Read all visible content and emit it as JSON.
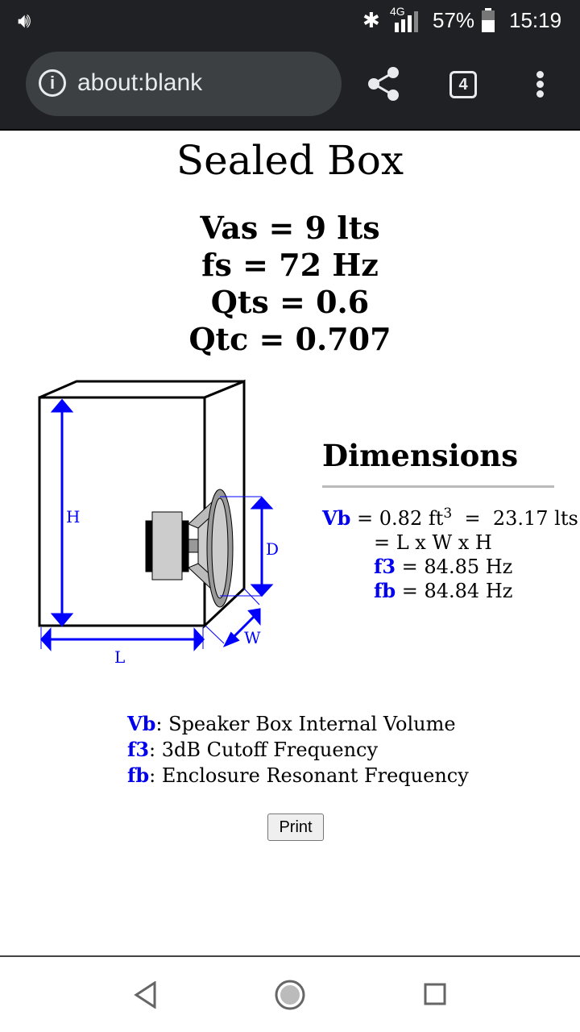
{
  "status": {
    "network": "4G",
    "battery": "57%",
    "time": "15:19"
  },
  "browser": {
    "url": "about:blank",
    "tab_count": "4"
  },
  "page": {
    "title": "Sealed Box",
    "params": [
      "Vas = 9 lts",
      "fs = 72 Hz",
      "Qts = 0.6",
      "Qtc = 0.707"
    ],
    "diagram": {
      "h": "H",
      "l": "L",
      "w": "W",
      "d": "D"
    },
    "dimensions": {
      "title": "Dimensions",
      "vb_label": "Vb",
      "vb_value": " = 0.82 ft",
      "vb_sup": "3",
      "vb_lts": "  =  23.17 lts",
      "formula": "= L x W x H",
      "f3_label": "f3",
      "f3_value": " = 84.85 Hz",
      "fb_label": "fb",
      "fb_value": " = 84.84 Hz"
    },
    "legend": [
      {
        "k": "Vb",
        "v": ": Speaker Box Internal Volume"
      },
      {
        "k": "f3",
        "v": ": 3dB Cutoff Frequency"
      },
      {
        "k": "fb",
        "v": ": Enclosure Resonant Frequency"
      }
    ],
    "print_label": "Print"
  }
}
